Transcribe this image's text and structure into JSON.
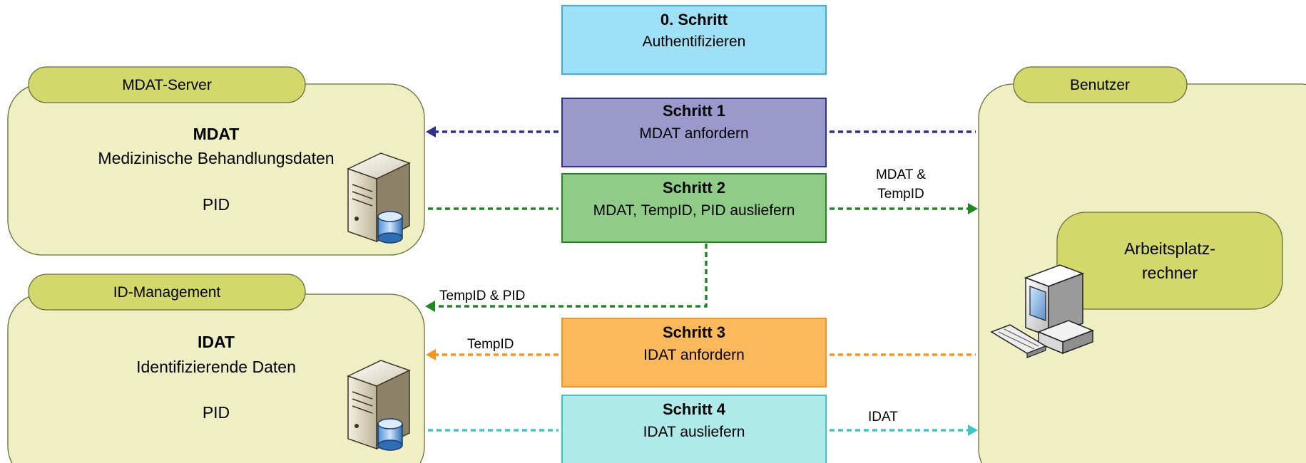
{
  "steps": {
    "s0": {
      "title": "0. Schritt",
      "text": "Authentifizieren"
    },
    "s1": {
      "title": "Schritt 1",
      "text": "MDAT anfordern"
    },
    "s2": {
      "title": "Schritt 2",
      "text": "MDAT, TempID, PID ausliefern"
    },
    "s3": {
      "title": "Schritt 3",
      "text": "IDAT anfordern"
    },
    "s4": {
      "title": "Schritt 4",
      "text": "IDAT ausliefern"
    }
  },
  "mdat_server": {
    "tab": "MDAT-Server",
    "title": "MDAT",
    "subtitle": "Medizinische Behandlungsdaten",
    "pid": "PID"
  },
  "id_management": {
    "tab": "ID-Management",
    "title": "IDAT",
    "subtitle": "Identifizierende Daten",
    "pid": "PID"
  },
  "benutzer": {
    "tab": "Benutzer",
    "workstation_line1": "Arbeitsplatz-",
    "workstation_line2": "rechner"
  },
  "arrow_labels": {
    "mdat_tempid_line1": "MDAT &",
    "mdat_tempid_line2": "TempID",
    "tempid_pid": "TempID & PID",
    "tempid": "TempID",
    "idat": "IDAT"
  },
  "colors": {
    "panel_fill": "#eef0c4",
    "tab_fill": "#d3d86a",
    "step0": "#9ee0f6",
    "step1": "#9b99cc",
    "step2": "#8fcc88",
    "step3": "#fbb95c",
    "step4": "#aeeaea",
    "arrow1": "#2e3192",
    "arrow2": "#1e8a1e",
    "arrow3": "#f7941d",
    "arrow4": "#3cc7c7"
  },
  "icons": [
    "server-icon",
    "database-icon",
    "workstation-icon"
  ]
}
